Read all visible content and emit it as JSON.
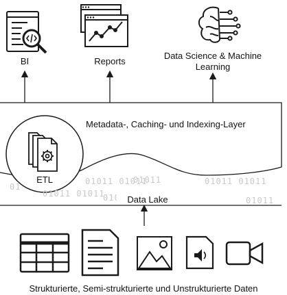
{
  "consumers": [
    {
      "label": "BI",
      "icon": "bi-code-magnifier-icon"
    },
    {
      "label": "Reports",
      "icon": "line-chart-windows-icon"
    },
    {
      "label": "Data Science & Machine",
      "label_line2": "Learning",
      "icon": "brain-circuit-icon"
    }
  ],
  "layer": {
    "label": "Metadata-, Caching- und Indexing-Layer"
  },
  "etl": {
    "label": "ETL",
    "icon": "documents-gear-icon"
  },
  "lake": {
    "label": "Data Lake",
    "binary_rows": [
      "01 ",
      "01011 01011",
      "01011 01011",
      "01011",
      "01011",
      "01011 01011",
      "01011"
    ]
  },
  "sources": {
    "label": "Strukturierte, Semi-strukturierte und Unstrukturierte Daten",
    "icons": [
      "table-icon",
      "document-icon",
      "image-icon",
      "audio-file-icon",
      "video-camera-icon"
    ]
  },
  "colors": {
    "stroke": "#1a1a1a",
    "binary": "#c9c9c9"
  }
}
